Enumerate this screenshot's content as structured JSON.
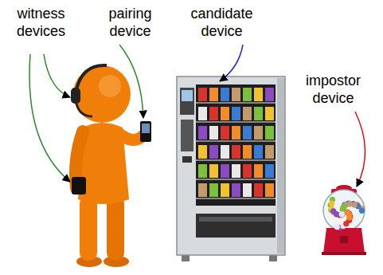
{
  "diagram": {
    "labels": [
      "witness devices",
      "pairing device",
      "candidate device",
      "impostor device"
    ]
  }
}
